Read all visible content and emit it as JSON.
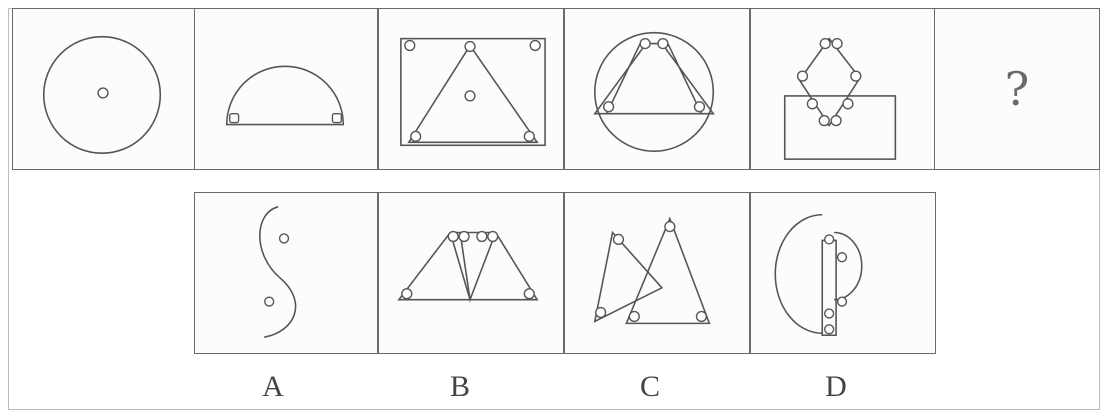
{
  "question_mark": "?",
  "options": [
    {
      "label": "A"
    },
    {
      "label": "B"
    },
    {
      "label": "C"
    },
    {
      "label": "D"
    }
  ]
}
